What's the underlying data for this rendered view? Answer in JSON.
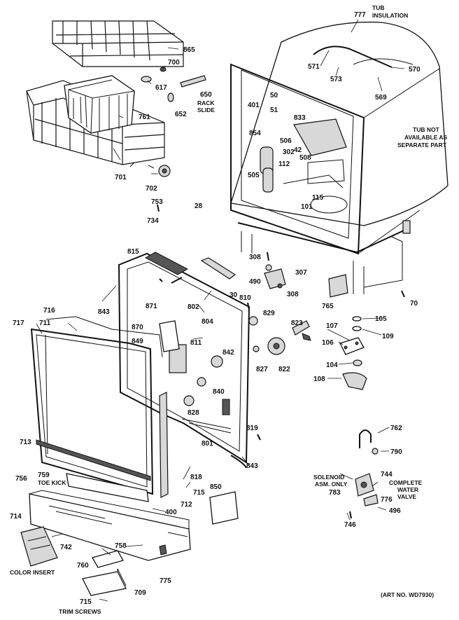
{
  "parts": [
    {
      "id": "p777",
      "label": "777"
    },
    {
      "id": "p571",
      "label": "571"
    },
    {
      "id": "p573",
      "label": "573"
    },
    {
      "id": "p570",
      "label": "570"
    },
    {
      "id": "p569",
      "label": "569"
    },
    {
      "id": "p50",
      "label": "50"
    },
    {
      "id": "p401",
      "label": "401"
    },
    {
      "id": "p51",
      "label": "51"
    },
    {
      "id": "p833",
      "label": "833"
    },
    {
      "id": "p854",
      "label": "854"
    },
    {
      "id": "p506",
      "label": "506"
    },
    {
      "id": "p302",
      "label": "302"
    },
    {
      "id": "p42",
      "label": "42"
    },
    {
      "id": "p508",
      "label": "508"
    },
    {
      "id": "p112",
      "label": "112"
    },
    {
      "id": "p505",
      "label": "505"
    },
    {
      "id": "p115",
      "label": "115"
    },
    {
      "id": "p101",
      "label": "101"
    },
    {
      "id": "p28",
      "label": "28"
    },
    {
      "id": "p865",
      "label": "865"
    },
    {
      "id": "p700",
      "label": "700"
    },
    {
      "id": "p617",
      "label": "617"
    },
    {
      "id": "p650",
      "label": "650"
    },
    {
      "id": "p652",
      "label": "652"
    },
    {
      "id": "p761",
      "label": "761"
    },
    {
      "id": "p701",
      "label": "701"
    },
    {
      "id": "p702",
      "label": "702"
    },
    {
      "id": "p753",
      "label": "753"
    },
    {
      "id": "p734",
      "label": "734"
    },
    {
      "id": "p815",
      "label": "815"
    },
    {
      "id": "p308a",
      "label": "308"
    },
    {
      "id": "p307",
      "label": "307"
    },
    {
      "id": "p490",
      "label": "490"
    },
    {
      "id": "p308b",
      "label": "308"
    },
    {
      "id": "p765",
      "label": "765"
    },
    {
      "id": "p70",
      "label": "70"
    },
    {
      "id": "p843a",
      "label": "843"
    },
    {
      "id": "p802",
      "label": "802"
    },
    {
      "id": "p804",
      "label": "804"
    },
    {
      "id": "p30",
      "label": "30"
    },
    {
      "id": "p810",
      "label": "810"
    },
    {
      "id": "p829",
      "label": "829"
    },
    {
      "id": "p823",
      "label": "823"
    },
    {
      "id": "p105",
      "label": "105"
    },
    {
      "id": "p107",
      "label": "107"
    },
    {
      "id": "p109",
      "label": "109"
    },
    {
      "id": "p106",
      "label": "106"
    },
    {
      "id": "p104",
      "label": "104"
    },
    {
      "id": "p108",
      "label": "108"
    },
    {
      "id": "p716",
      "label": "716"
    },
    {
      "id": "p717",
      "label": "717"
    },
    {
      "id": "p711",
      "label": "711"
    },
    {
      "id": "p871",
      "label": "871"
    },
    {
      "id": "p870",
      "label": "870"
    },
    {
      "id": "p849",
      "label": "849"
    },
    {
      "id": "p811",
      "label": "811"
    },
    {
      "id": "p842",
      "label": "842"
    },
    {
      "id": "p827",
      "label": "827"
    },
    {
      "id": "p822",
      "label": "822"
    },
    {
      "id": "p840",
      "label": "840"
    },
    {
      "id": "p828",
      "label": "828"
    },
    {
      "id": "p713",
      "label": "713"
    },
    {
      "id": "p801",
      "label": "801"
    },
    {
      "id": "p819",
      "label": "819"
    },
    {
      "id": "p843b",
      "label": "843"
    },
    {
      "id": "p762",
      "label": "762"
    },
    {
      "id": "p790",
      "label": "790"
    },
    {
      "id": "p759",
      "label": "759"
    },
    {
      "id": "p756",
      "label": "756"
    },
    {
      "id": "p818",
      "label": "818"
    },
    {
      "id": "p715a",
      "label": "715"
    },
    {
      "id": "p712",
      "label": "712"
    },
    {
      "id": "p850",
      "label": "850"
    },
    {
      "id": "p400",
      "label": "400"
    },
    {
      "id": "p744",
      "label": "744"
    },
    {
      "id": "p783",
      "label": "783"
    },
    {
      "id": "p776",
      "label": "776"
    },
    {
      "id": "p496",
      "label": "496"
    },
    {
      "id": "p746",
      "label": "746"
    },
    {
      "id": "p714",
      "label": "714"
    },
    {
      "id": "p742",
      "label": "742"
    },
    {
      "id": "p758",
      "label": "758"
    },
    {
      "id": "p760",
      "label": "760"
    },
    {
      "id": "p775",
      "label": "775"
    },
    {
      "id": "p709",
      "label": "709"
    },
    {
      "id": "p715b",
      "label": "715"
    }
  ],
  "notes": {
    "tub_insulation": [
      "TUB",
      "INSULATION"
    ],
    "rack_slide": [
      "RACK",
      "SLIDE"
    ],
    "tub_not_available": [
      "TUB NOT",
      "AVAILABLE AS",
      "SEPARATE PART"
    ],
    "toe_kick": "TOE KICK",
    "solenoid": [
      "SOLENOID",
      "ASM. ONLY"
    ],
    "complete_valve": [
      "COMPLETE",
      "WATER",
      "VALVE"
    ],
    "color_insert": "COLOR INSERT",
    "trim_screws": "TRIM SCREWS",
    "art_no": "(ART NO. WD7930)"
  }
}
